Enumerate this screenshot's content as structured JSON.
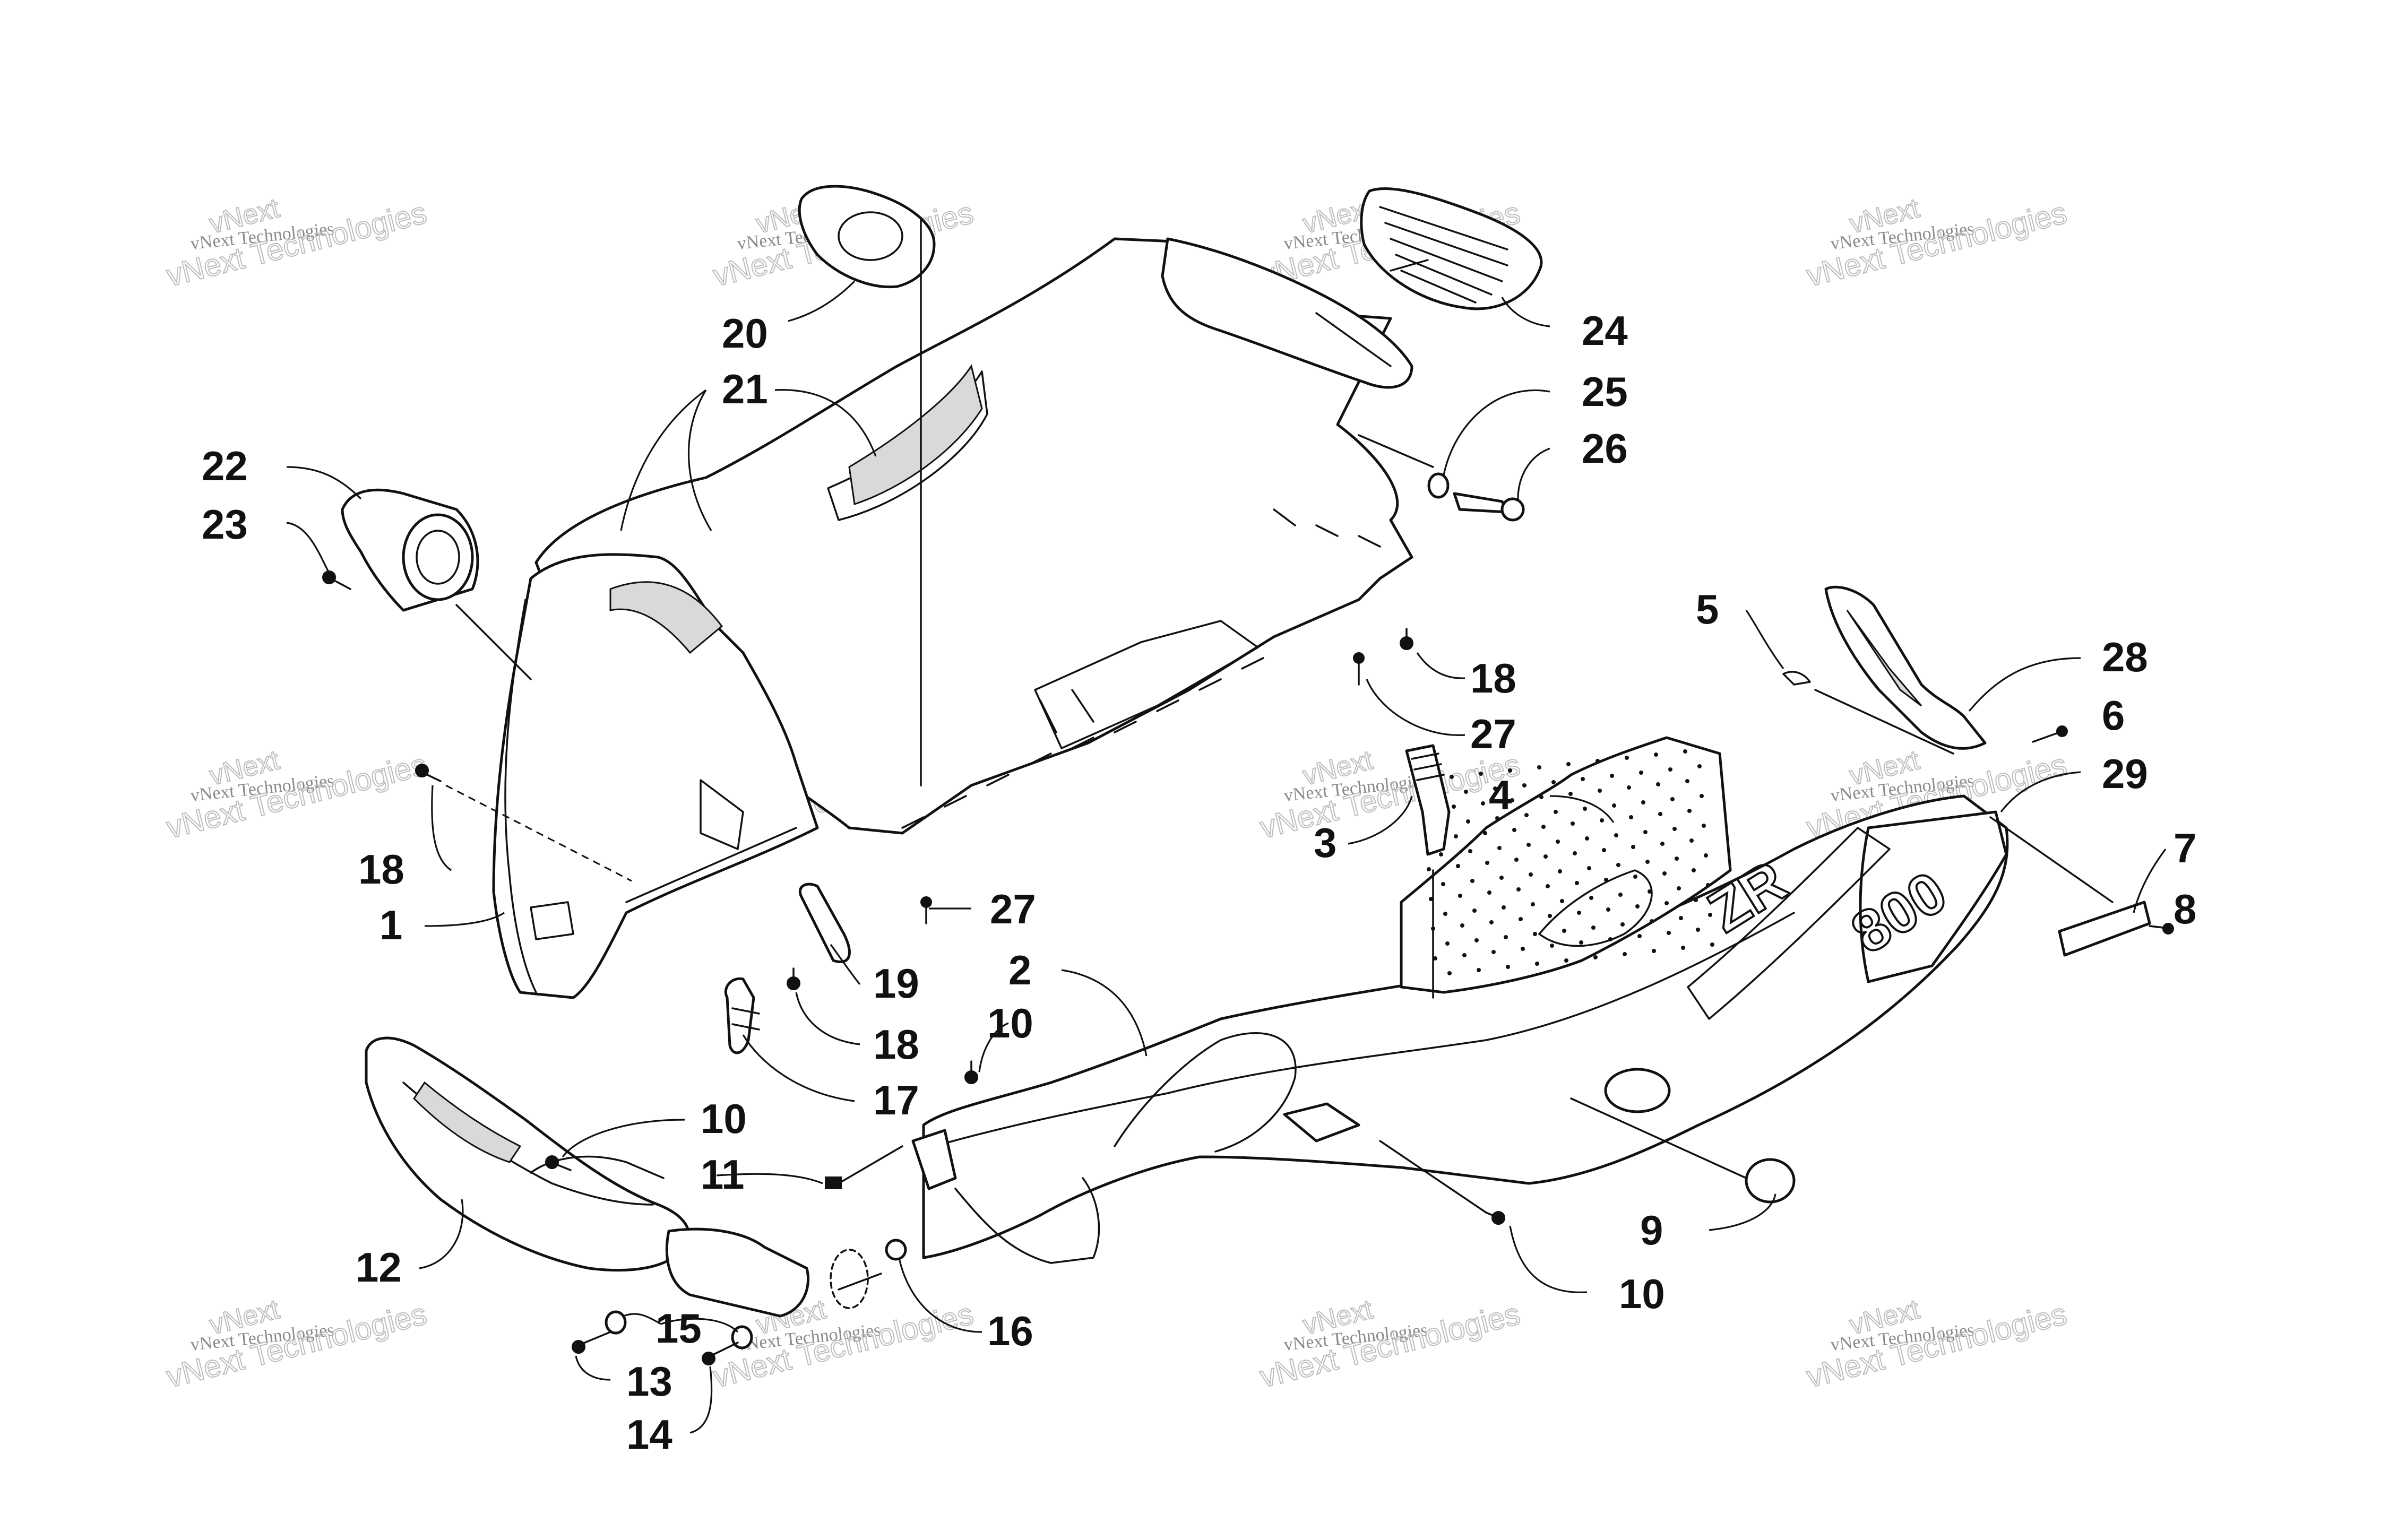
{
  "watermark": {
    "company": "vNext Technologies",
    "brand": "vNext"
  },
  "callouts": [
    {
      "id": "c20",
      "label": "20"
    },
    {
      "id": "c21",
      "label": "21"
    },
    {
      "id": "c22",
      "label": "22"
    },
    {
      "id": "c23",
      "label": "23"
    },
    {
      "id": "c24",
      "label": "24"
    },
    {
      "id": "c25",
      "label": "25"
    },
    {
      "id": "c26",
      "label": "26"
    },
    {
      "id": "c18a",
      "label": "18"
    },
    {
      "id": "c27a",
      "label": "27"
    },
    {
      "id": "c5",
      "label": "5"
    },
    {
      "id": "c28",
      "label": "28"
    },
    {
      "id": "c6",
      "label": "6"
    },
    {
      "id": "c29",
      "label": "29"
    },
    {
      "id": "c4",
      "label": "4"
    },
    {
      "id": "c3",
      "label": "3"
    },
    {
      "id": "c7",
      "label": "7"
    },
    {
      "id": "c8",
      "label": "8"
    },
    {
      "id": "c18b",
      "label": "18"
    },
    {
      "id": "c1",
      "label": "1"
    },
    {
      "id": "c27b",
      "label": "27"
    },
    {
      "id": "c2",
      "label": "2"
    },
    {
      "id": "c19",
      "label": "19"
    },
    {
      "id": "c18c",
      "label": "18"
    },
    {
      "id": "c10a",
      "label": "10"
    },
    {
      "id": "c17",
      "label": "17"
    },
    {
      "id": "c10b",
      "label": "10"
    },
    {
      "id": "c11",
      "label": "11"
    },
    {
      "id": "c12",
      "label": "12"
    },
    {
      "id": "c9",
      "label": "9"
    },
    {
      "id": "c10c",
      "label": "10"
    },
    {
      "id": "c15",
      "label": "15"
    },
    {
      "id": "c16",
      "label": "16"
    },
    {
      "id": "c13",
      "label": "13"
    },
    {
      "id": "c14",
      "label": "14"
    }
  ]
}
